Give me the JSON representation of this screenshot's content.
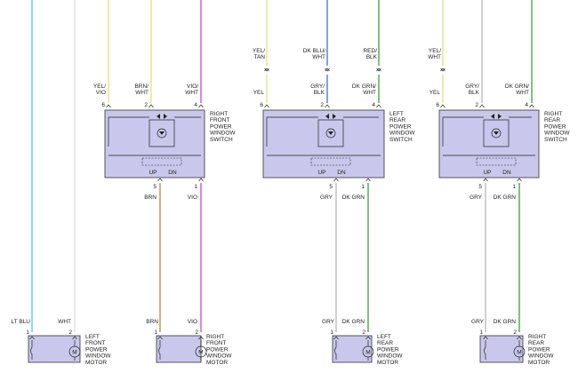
{
  "colors": {
    "lt_blu": "#33d0d0",
    "wht": "#d4d4d4",
    "yel": "#e0e070",
    "grn": "#2a9a2a",
    "vio": "#cc33cc",
    "brn": "#b07a30",
    "blu": "#3060e0",
    "red": "#e03030",
    "gry": "#b0b0b0",
    "box_fill": "#c9c7ec"
  },
  "switches": [
    {
      "top_labels": [
        {
          "text": "YEL/\nVIO",
          "wire": "yel"
        },
        {
          "text": "BRN/\nWHT",
          "wire": "yel"
        },
        {
          "text": "VIO/\nWHT",
          "wire": "vio"
        }
      ],
      "upper_labels": [],
      "pins_top": [
        "6",
        "2",
        "4"
      ],
      "pins_bottom": [
        "5",
        "1"
      ],
      "name": "RIGHT\nFRONT\nPOWER\nWINDOW\nSWITCH",
      "up": "UP",
      "dn": "DN",
      "bottom_labels": [
        {
          "text": "BRN",
          "wire": "brn"
        },
        {
          "text": "VIO",
          "wire": "vio"
        }
      ]
    },
    {
      "top_labels": [
        {
          "text": "YEL",
          "wire": "yel"
        },
        {
          "text": "GRY/\nBLK",
          "wire": "blu"
        },
        {
          "text": "DK GRN/\nWHT",
          "wire": "grn"
        }
      ],
      "upper_labels": [
        {
          "text": "YEL/\nTAN"
        },
        {
          "text": "DK BLU/\nWHT"
        },
        {
          "text": "RED/\nBLK"
        }
      ],
      "pins_top": [
        "6",
        "2",
        "4"
      ],
      "pins_bottom": [
        "5",
        "1"
      ],
      "name": "LEFT\nREAR\nPOWER\nWINDOW\nSWITCH",
      "up": "UP",
      "dn": "DN",
      "bottom_labels": [
        {
          "text": "GRY",
          "wire": "gry"
        },
        {
          "text": "DK GRN",
          "wire": "grn"
        }
      ]
    },
    {
      "top_labels": [
        {
          "text": "YEL",
          "wire": "yel"
        },
        {
          "text": "GRY/\nBLK",
          "wire": "gry"
        },
        {
          "text": "DK GRN/\nWHT",
          "wire": "grn"
        }
      ],
      "upper_labels": [
        {
          "text": "YEL/\nWHT"
        },
        {
          "text": ""
        },
        {
          "text": ""
        }
      ],
      "pins_top": [
        "6",
        "2",
        "4"
      ],
      "pins_bottom": [
        "5",
        "1"
      ],
      "name": "RIGHT\nREAR\nPOWER\nWINDOW\nSWITCH",
      "up": "UP",
      "dn": "DN",
      "bottom_labels": [
        {
          "text": "GRY",
          "wire": "gry"
        },
        {
          "text": "DK GRN",
          "wire": "grn"
        }
      ]
    }
  ],
  "motors": [
    {
      "left_label": "LT BLU",
      "right_label": "WHT",
      "left_wire": "lt_blu",
      "right_wire": "wht",
      "pins": [
        "1",
        "2"
      ],
      "symbol": "M",
      "name": "LEFT\nFRONT\nPOWER\nWINDOW\nMOTOR"
    },
    {
      "left_label": "BRN",
      "right_label": "VIO",
      "left_wire": "brn",
      "right_wire": "vio",
      "pins": [
        "1",
        "2"
      ],
      "symbol": "M",
      "name": "RIGHT\nFRONT\nPOWER\nWINDOW\nMOTOR"
    },
    {
      "left_label": "GRY",
      "right_label": "DK GRN",
      "left_wire": "gry",
      "right_wire": "grn",
      "pins": [
        "1",
        "2"
      ],
      "symbol": "M",
      "name": "LEFT\nREAR\nPOWER\nWINDOW\nMOTOR"
    },
    {
      "left_label": "GRY",
      "right_label": "DK GRN",
      "left_wire": "gry",
      "right_wire": "grn",
      "pins": [
        "1",
        "2"
      ],
      "symbol": "M",
      "name": "RIGHT\nREAR\nPOWER\nWINDOW\nMOTOR"
    }
  ]
}
